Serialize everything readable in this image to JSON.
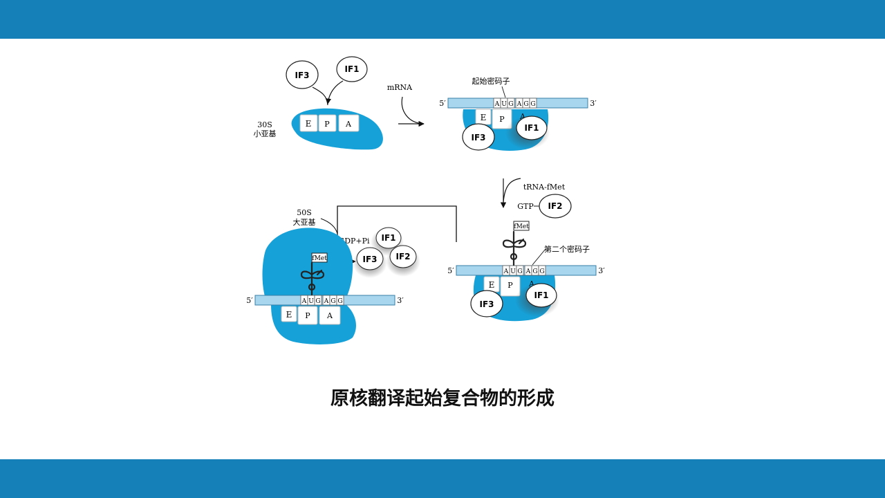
{
  "caption": "原核翻译起始复合物的形成",
  "colors": {
    "band": "#1580b8",
    "ribosome": "#16a1d8",
    "mrna": "#a7d6ee"
  },
  "factors": {
    "if1": "IF1",
    "if2": "IF2",
    "if3": "IF3"
  },
  "sites": {
    "e": "E",
    "p": "P",
    "a": "A"
  },
  "codon_letters": [
    "A",
    "U",
    "G",
    "A",
    "G",
    "G"
  ],
  "mrna_ends": {
    "five": "5′",
    "three": "3′"
  },
  "labels": {
    "small_subunit_line1": "30S",
    "small_subunit_line2": "小亚基",
    "large_subunit_line1": "50S",
    "large_subunit_line2": "大亚基",
    "mrna": "mRNA",
    "start_codon": "起始密码子",
    "trna": "tRNA-fMet",
    "gtp": "GTP",
    "gdp": "GDP+Pi",
    "second_codon": "第二个密码子",
    "fmet": "fMet"
  }
}
